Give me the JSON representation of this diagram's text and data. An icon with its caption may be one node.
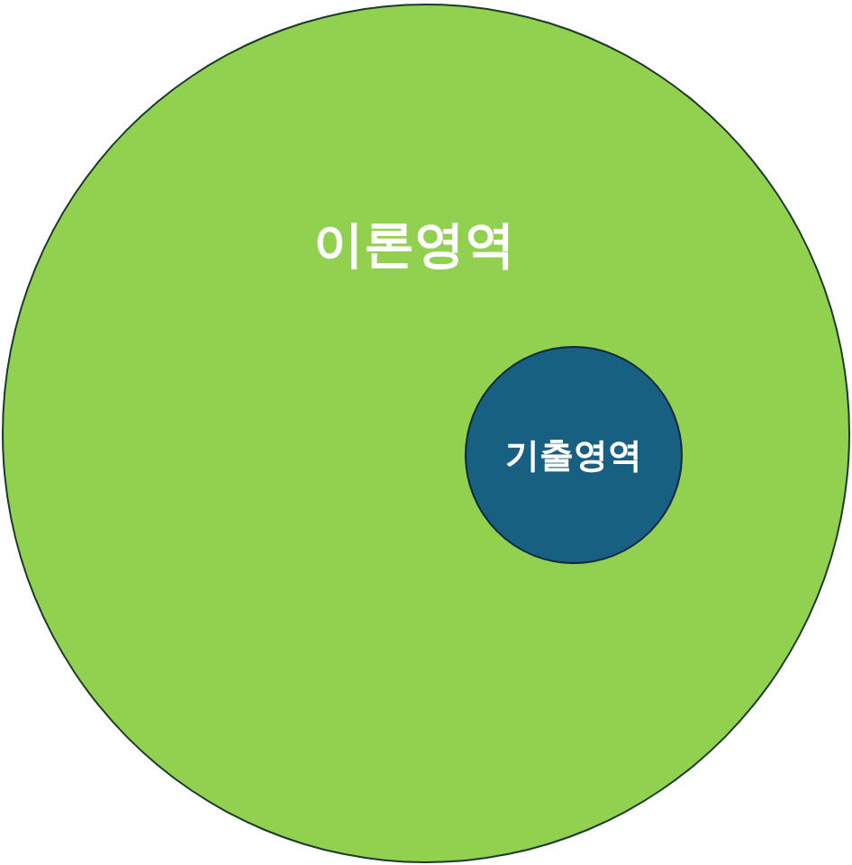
{
  "diagram": {
    "nodes": [
      {
        "text": [
          "이론영역"
        ]
      },
      {
        "text": [
          "기출영역"
        ],
        "in": 0
      }
    ]
  }
}
